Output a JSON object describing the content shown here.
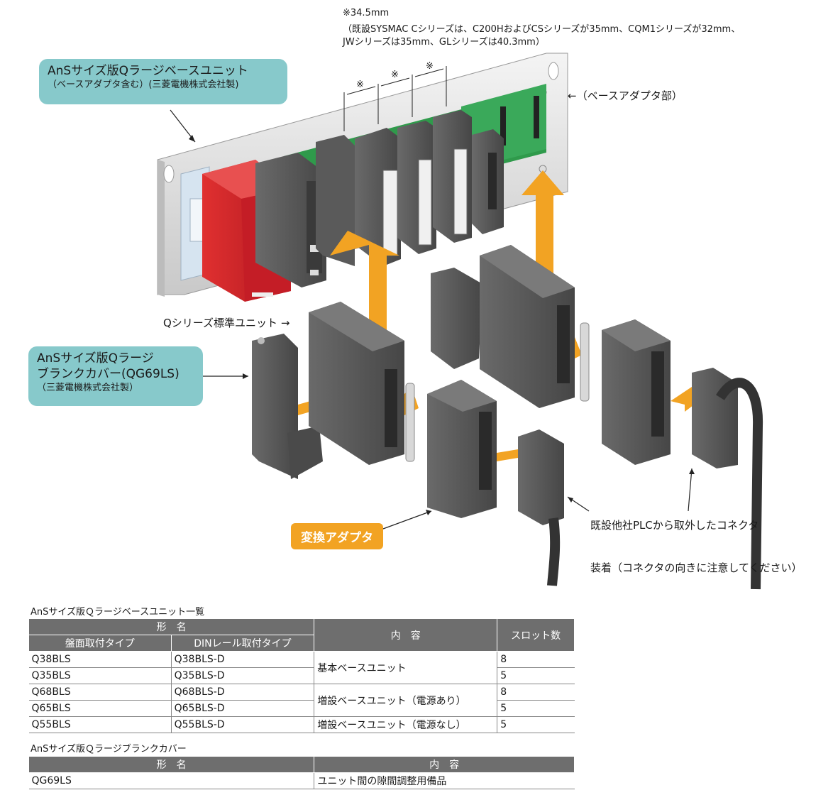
{
  "notes": {
    "dimension": "※34.5mm",
    "dimension_detail_1": "（既設SYSMAC Cシリーズは、C200HおよびCSシリーズが35mm、CQM1シリーズが32mm、",
    "dimension_detail_2": "JWシリーズは35mm、GLシリーズは40.3mm）",
    "pitch_mark": "※"
  },
  "callouts": {
    "base_unit_title": "AnSサイズ版Qラージベースユニット",
    "base_unit_sub": "（ベースアダプタ含む）(三菱電機株式会社製)",
    "blank_cover_title_1": "AnSサイズ版Qラージ",
    "blank_cover_title_2": "ブランクカバー(QG69LS)",
    "blank_cover_sub": "（三菱電機株式会社製）"
  },
  "labels": {
    "base_adapter": "←（ベースアダプタ部）",
    "q_series_unit": "Qシリーズ標準ユニット →",
    "conversion_adapter": "変換アダプタ",
    "existing_connector": "既設他社PLCから取外したコネクタ",
    "mounting_note": "装着（コネクタの向きに注意してください）"
  },
  "colors": {
    "callout_teal": "#87c9cb",
    "arrow_orange": "#f2a323",
    "module_dark": "#555555",
    "cpu_red": "#c8202a",
    "table_header": "#6e6e6e"
  },
  "table1": {
    "title": "AnSサイズ版Ｑラージベースユニット一覧",
    "header_name": "形　名",
    "header_panel": "盤面取付タイプ",
    "header_din": "DINレール取付タイプ",
    "header_content": "内　容",
    "header_slots": "スロット数",
    "rows": [
      {
        "panel": "Q38BLS",
        "din": "Q38BLS-D",
        "content": "基本ベースユニット",
        "slots": "8"
      },
      {
        "panel": "Q35BLS",
        "din": "Q35BLS-D",
        "content": "",
        "slots": "5"
      },
      {
        "panel": "Q68BLS",
        "din": "Q68BLS-D",
        "content": "増設ベースユニット（電源あり）",
        "slots": "8"
      },
      {
        "panel": "Q65BLS",
        "din": "Q65BLS-D",
        "content": "",
        "slots": "5"
      },
      {
        "panel": "Q55BLS",
        "din": "Q55BLS-D",
        "content": "増設ベースユニット（電源なし）",
        "slots": "5"
      }
    ]
  },
  "table2": {
    "title": "AnSサイズ版Ｑラージブランクカバー",
    "header_name": "形　名",
    "header_content": "内　容",
    "rows": [
      {
        "name": "QG69LS",
        "content": "ユニット間の隙間調整用備品"
      }
    ]
  }
}
